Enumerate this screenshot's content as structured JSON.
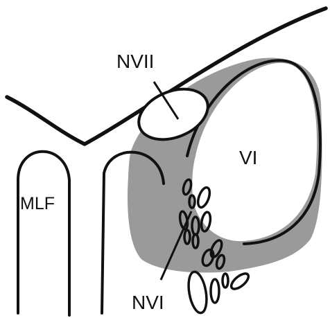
{
  "labels": {
    "nvii": "NVII",
    "vi": "VI",
    "mlf": "MLF",
    "nvi": "NVI"
  },
  "colors": {
    "stroke": "#111111",
    "shading": "#9a9a9a",
    "background": "#ffffff"
  }
}
